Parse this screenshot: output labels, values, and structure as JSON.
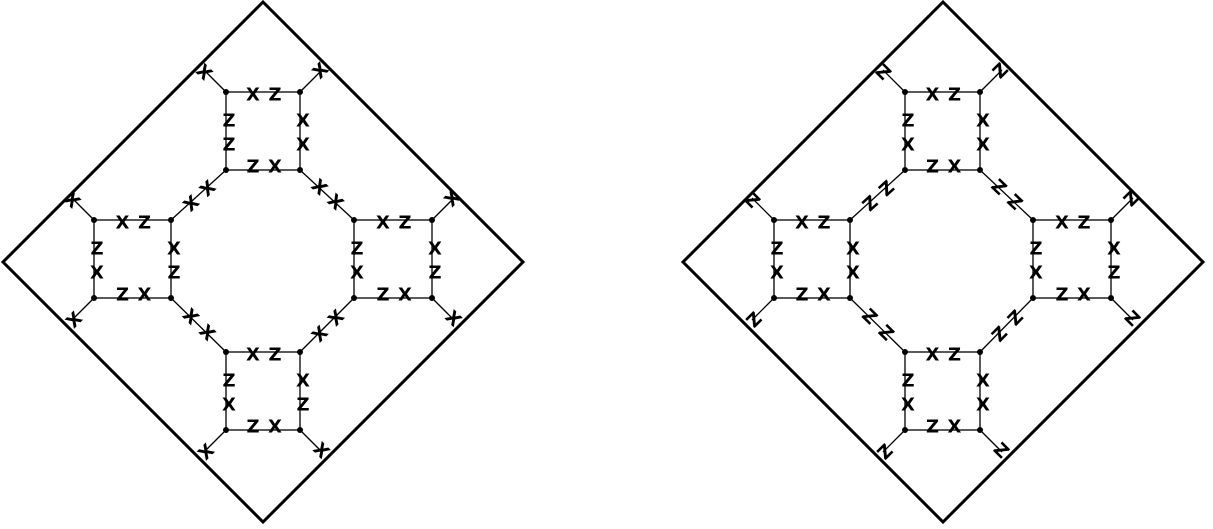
{
  "labels": {
    "x": "X",
    "z": "Z"
  },
  "colors": {
    "ink": "#000000",
    "background": "#ffffff"
  },
  "diagrams": [
    {
      "name": "left",
      "squares": [
        {
          "name": "top",
          "top": [
            "X",
            "Z"
          ],
          "right": [
            "X",
            "X"
          ],
          "bottom": [
            "Z",
            "X"
          ],
          "left": [
            "Z",
            "Z"
          ]
        },
        {
          "name": "left",
          "top": [
            "X",
            "Z"
          ],
          "right": [
            "X",
            "Z"
          ],
          "bottom": [
            "Z",
            "X"
          ],
          "left": [
            "Z",
            "X"
          ]
        },
        {
          "name": "right",
          "top": [
            "X",
            "Z"
          ],
          "right": [
            "X",
            "Z"
          ],
          "bottom": [
            "Z",
            "X"
          ],
          "left": [
            "Z",
            "X"
          ]
        },
        {
          "name": "bottom",
          "top": [
            "X",
            "Z"
          ],
          "right": [
            "X",
            "Z"
          ],
          "bottom": [
            "Z",
            "X"
          ],
          "left": [
            "Z",
            "X"
          ]
        }
      ],
      "bridges": [
        [
          "X",
          "X"
        ],
        [
          "X",
          "X"
        ],
        [
          "X",
          "X"
        ],
        [
          "X",
          "X"
        ]
      ],
      "outer_legs": [
        "X",
        "X",
        "X",
        "X",
        "X",
        "X",
        "X",
        "X"
      ]
    },
    {
      "name": "right",
      "squares": [
        {
          "name": "top",
          "top": [
            "X",
            "Z"
          ],
          "right": [
            "X",
            "X"
          ],
          "bottom": [
            "Z",
            "X"
          ],
          "left": [
            "Z",
            "X"
          ]
        },
        {
          "name": "left",
          "top": [
            "X",
            "Z"
          ],
          "right": [
            "X",
            "X"
          ],
          "bottom": [
            "Z",
            "X"
          ],
          "left": [
            "Z",
            "X"
          ]
        },
        {
          "name": "right",
          "top": [
            "X",
            "Z"
          ],
          "right": [
            "X",
            "Z"
          ],
          "bottom": [
            "Z",
            "X"
          ],
          "left": [
            "Z",
            "X"
          ]
        },
        {
          "name": "bottom",
          "top": [
            "X",
            "Z"
          ],
          "right": [
            "X",
            "X"
          ],
          "bottom": [
            "Z",
            "X"
          ],
          "left": [
            "Z",
            "X"
          ]
        }
      ],
      "bridges": [
        [
          "Z",
          "Z"
        ],
        [
          "Z",
          "Z"
        ],
        [
          "Z",
          "Z"
        ],
        [
          "Z",
          "Z"
        ]
      ],
      "outer_legs": [
        "Z",
        "Z",
        "Z",
        "Z",
        "Z",
        "Z",
        "Z",
        "Z"
      ]
    }
  ]
}
